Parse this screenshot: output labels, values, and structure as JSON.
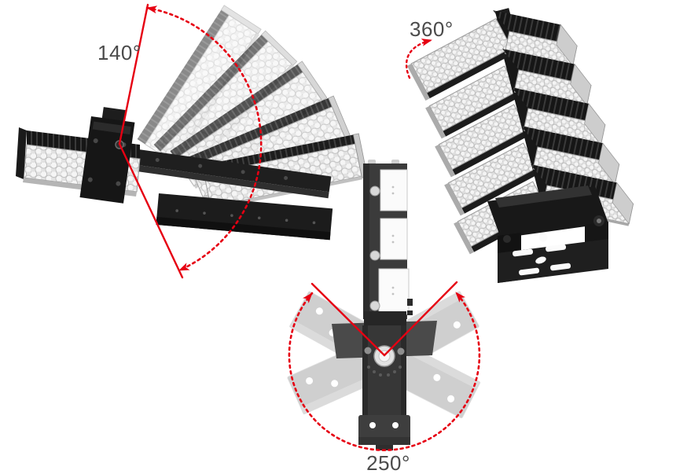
{
  "palette": {
    "background": "#ffffff",
    "annotation_red": "#e60012",
    "label_color": "#4b4b4b",
    "fixture_black": "#1a1a1a",
    "module_face_gray": "#e3e3e3",
    "ghost_gray": "#b2b2b2"
  },
  "views": {
    "side_tilt": {
      "name": "side-view-tilt-range",
      "label": "140°"
    },
    "module_rotation": {
      "name": "perspective-view-module-rotation",
      "label": "360°"
    },
    "bracket_rotation": {
      "name": "top-view-bracket-rotation",
      "label": "250°"
    }
  }
}
